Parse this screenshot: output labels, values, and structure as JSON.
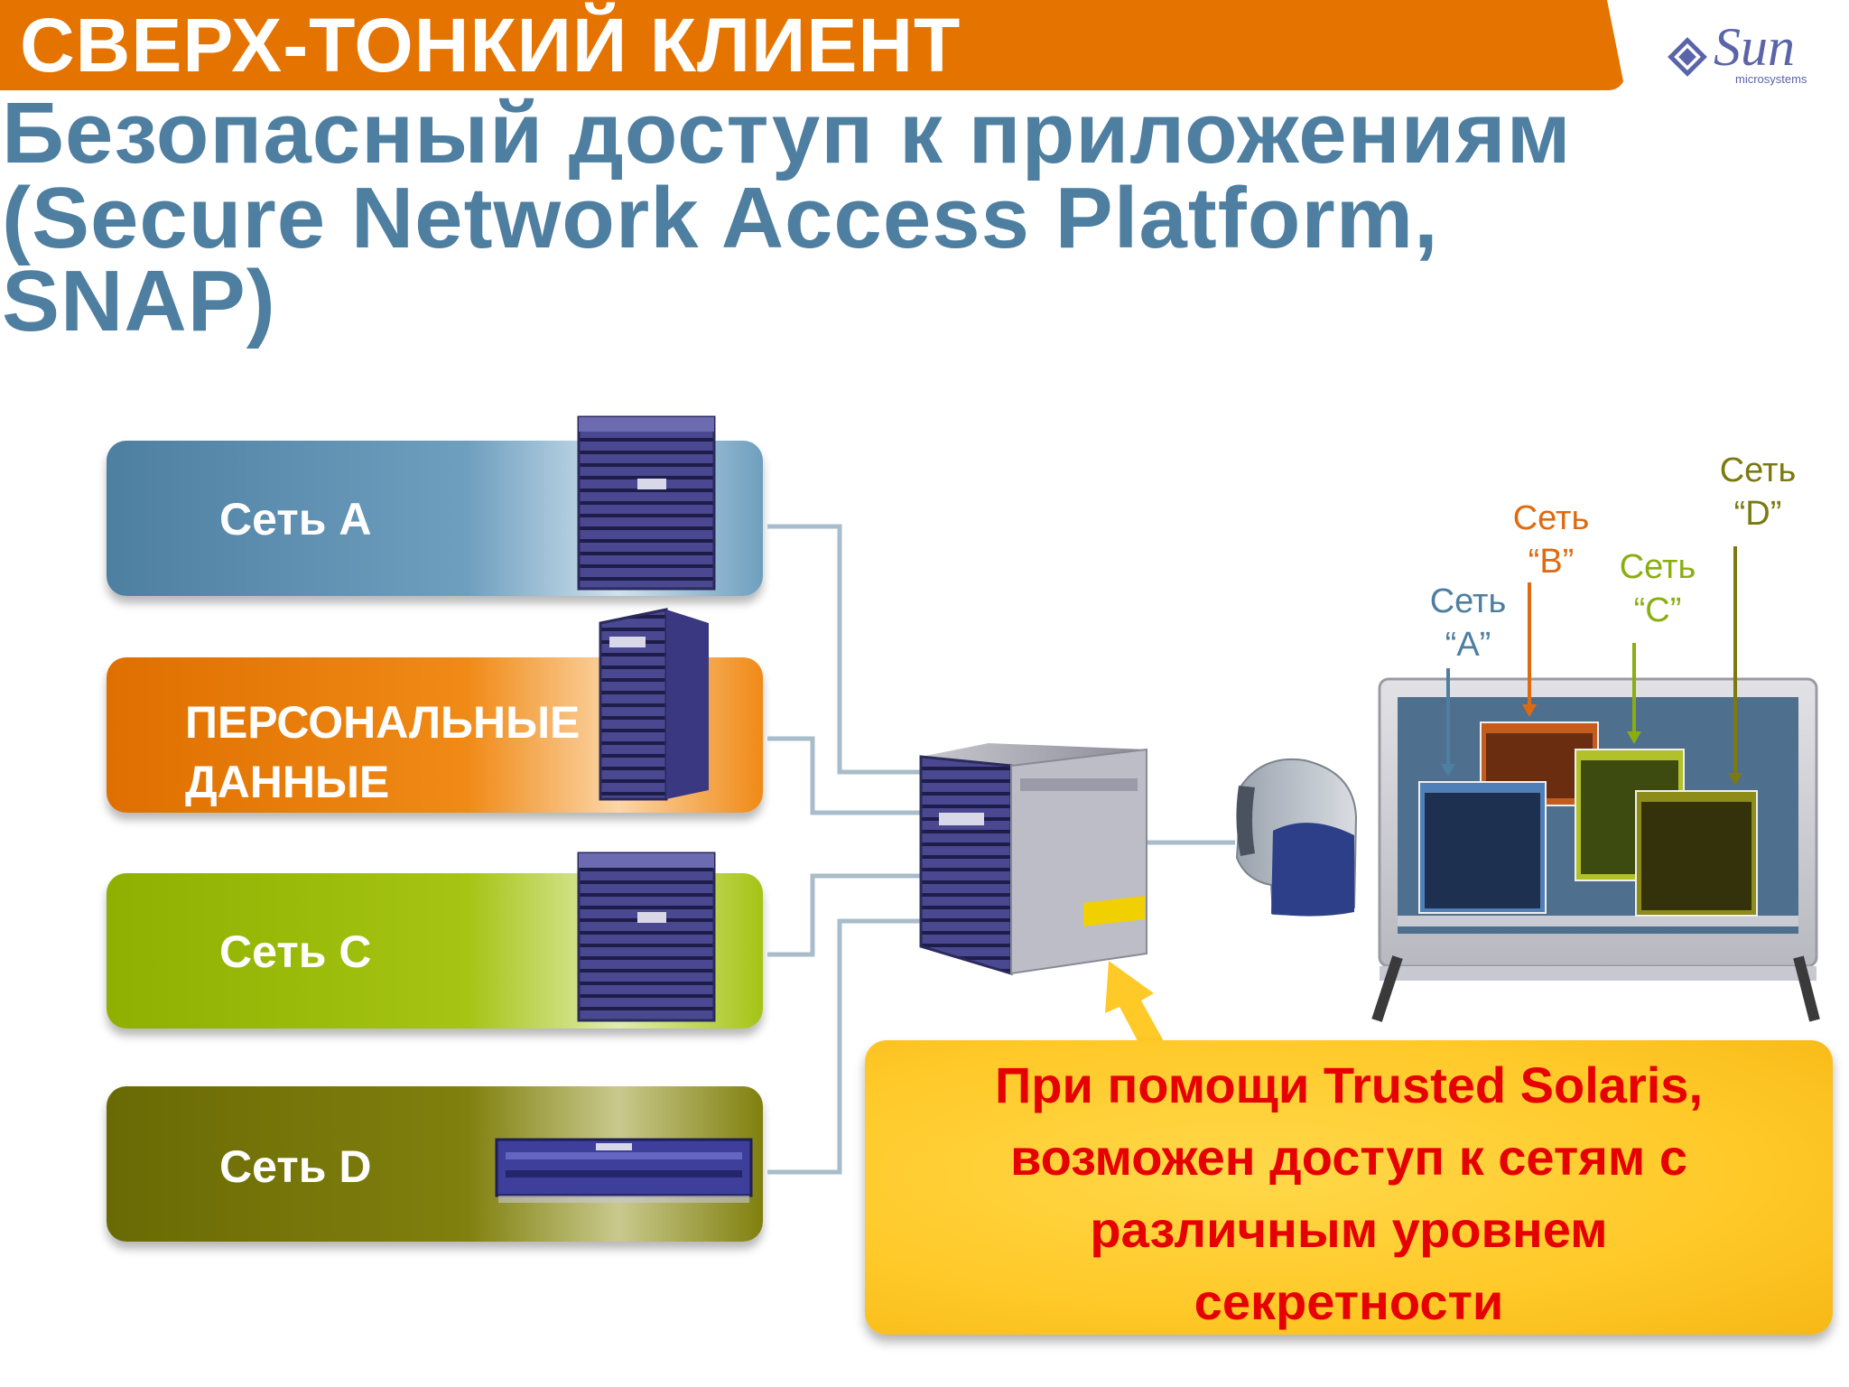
{
  "header": {
    "title": "СВЕРХ-ТОНКИЙ КЛИЕНТ",
    "color": "#e57300"
  },
  "logo": {
    "word": "Sun",
    "sub": "microsystems"
  },
  "main_title": {
    "lines": [
      "Безопасный доступ к приложениям",
      "(Secure Network Access Platform,",
      "SNAP)"
    ],
    "color": "#4e7fa1"
  },
  "bands": [
    {
      "label": "Сеть A",
      "color": "#4d7fa1"
    },
    {
      "label_lines": [
        "ПЕРСОНАЛЬНЫЕ",
        "ДАННЫЕ"
      ],
      "color": "#e57300"
    },
    {
      "label": "Сеть C",
      "color": "#9ab80a"
    },
    {
      "label": "Сеть D",
      "color": "#737309"
    }
  ],
  "screen_labels": [
    {
      "line1": "Сеть",
      "line2": "“A”",
      "color": "#4e7fa1"
    },
    {
      "line1": "Сеть",
      "line2": "“B”",
      "color": "#e06a10"
    },
    {
      "line1": "Сеть",
      "line2": "“C”",
      "color": "#8aae10"
    },
    {
      "line1": "Сеть",
      "line2": "“D”",
      "color": "#7a7a10"
    }
  ],
  "callout": {
    "lines": [
      "При помощи Trusted Solaris,",
      "возможен доступ к сетям с",
      "различным уровнем",
      "секретности"
    ],
    "text_color": "#e60000",
    "bg_color": "#ffc928"
  }
}
